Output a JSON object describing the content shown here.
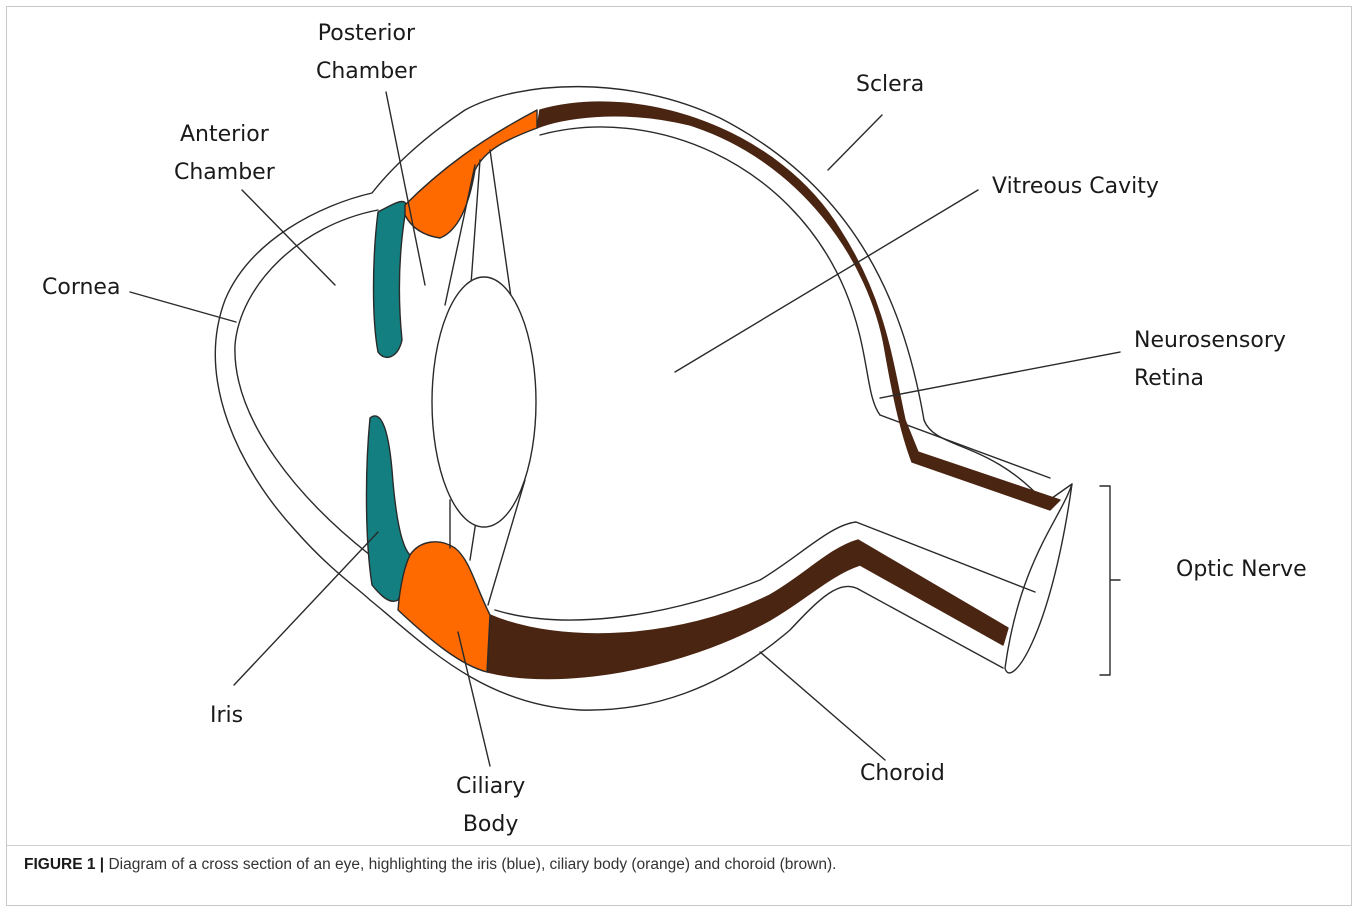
{
  "labels": {
    "posterior_chamber": [
      "Posterior",
      "Chamber"
    ],
    "anterior_chamber": [
      "Anterior",
      "Chamber"
    ],
    "cornea": "Cornea",
    "sclera": "Sclera",
    "vitreous_cavity": "Vitreous Cavity",
    "neurosensory_retina": [
      "Neurosensory",
      "Retina"
    ],
    "optic_nerve": "Optic Nerve",
    "iris": "Iris",
    "ciliary_body": [
      "Ciliary",
      "Body"
    ],
    "choroid": "Choroid"
  },
  "colors": {
    "iris": "#137f80",
    "ciliary_body": "#fe6a00",
    "choroid": "#4a2512",
    "outline": "#2a2a2a"
  },
  "caption": {
    "figure_label": "FIGURE 1 |",
    "text": " Diagram of a cross section of an eye, highlighting the iris (blue), ciliary body (orange) and choroid (brown)."
  }
}
